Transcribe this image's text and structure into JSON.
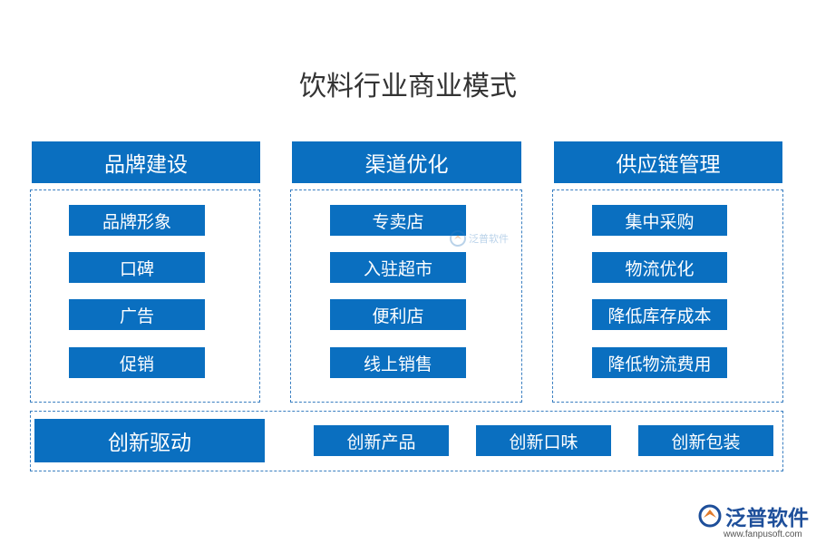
{
  "title": "饮料行业商业模式",
  "columns": [
    {
      "header": "品牌建设",
      "items": [
        "品牌形象",
        "口碑",
        "广告",
        "促销"
      ]
    },
    {
      "header": "渠道优化",
      "items": [
        "专卖店",
        "入驻超市",
        "便利店",
        "线上销售"
      ]
    },
    {
      "header": "供应链管理",
      "items": [
        "集中采购",
        "物流优化",
        "降低库存成本",
        "降低物流费用"
      ]
    }
  ],
  "innovation": {
    "header": "创新驱动",
    "items": [
      "创新产品",
      "创新口味",
      "创新包装"
    ]
  },
  "watermark": {
    "brand": "泛普软件",
    "url": "www.fanpusoft.com"
  },
  "colors": {
    "box": "#0a6fc0",
    "dashed_border": "#3a7fc1",
    "title": "#333333"
  }
}
